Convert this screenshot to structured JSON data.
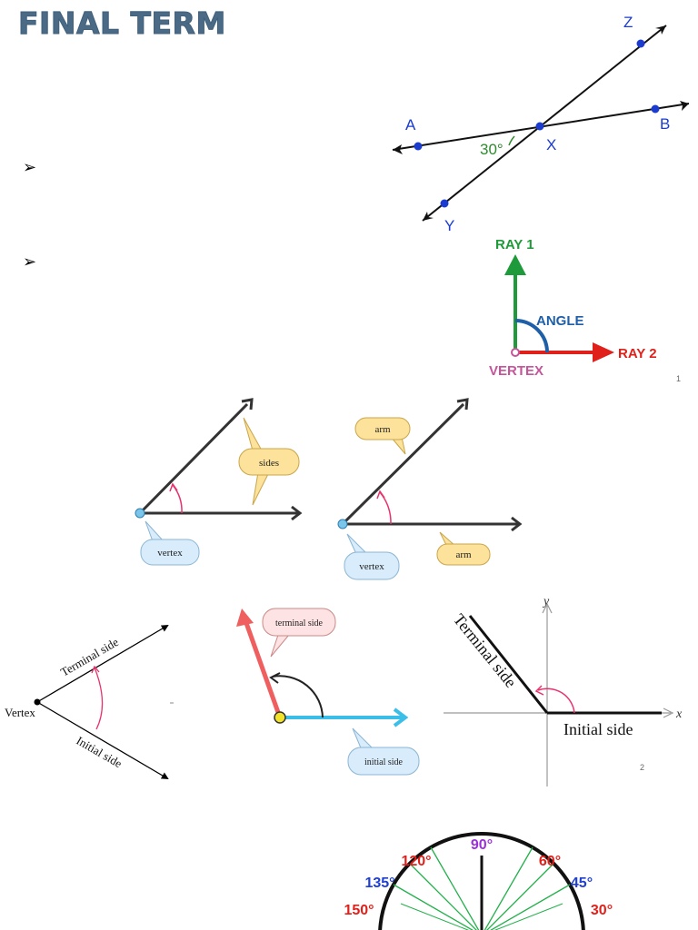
{
  "title": "FINAL TERM",
  "bullets": [
    "➢",
    "➢"
  ],
  "page_numbers": [
    "1",
    "2"
  ],
  "fig_lines": {
    "points": [
      "Z",
      "A",
      "B",
      "X",
      "Y"
    ],
    "angle": "30°"
  },
  "fig_rays": {
    "ray1": "RAY 1",
    "ray2": "RAY 2",
    "angle": "ANGLE",
    "vertex": "VERTEX"
  },
  "fig_sides": {
    "sides": "sides",
    "vertex": "vertex"
  },
  "fig_arms": {
    "arm_top": "arm",
    "arm_bottom": "arm",
    "vertex": "vertex"
  },
  "fig_vertex_sides": {
    "terminal": "Terminal side",
    "initial": "Initial side",
    "vertex": "Vertex"
  },
  "fig_color_sides": {
    "terminal": "terminal side",
    "initial": "initial side"
  },
  "fig_axes": {
    "y": "y",
    "x": "x",
    "terminal": "Terminal side",
    "initial": "Initial side"
  },
  "fig_protractor": {
    "labels": [
      "90°",
      "120°",
      "60°",
      "135°",
      "45°",
      "150°",
      "30°"
    ]
  },
  "colors": {
    "title": "#4a6a86",
    "ray_green": "#1e9a3a",
    "ray_red": "#e0201a",
    "angle_blue": "#1f5fa8",
    "vertex_pink": "#c4559a",
    "bubble_yellow": "#fce29a",
    "bubble_blue": "#d8ecfb",
    "terminal_red": "#ef5f5f",
    "initial_cyan": "#3bbfe8",
    "protractor_green": "#22b04a"
  }
}
